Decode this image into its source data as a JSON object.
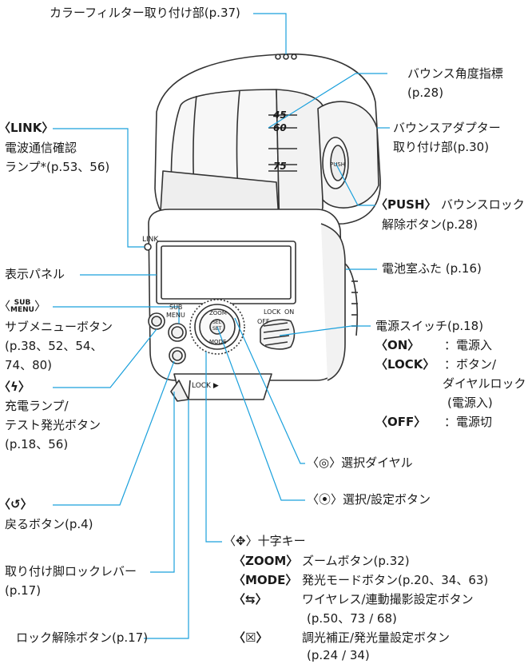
{
  "labels": {
    "color_filter": "カラーフィルター取り付け部(p.37)",
    "bounce_angle_1": "バウンス角度指標",
    "bounce_angle_2": "(p.28)",
    "bounce_adapter_1": "バウンスアダプター",
    "bounce_adapter_2": "取り付け部(p.30)",
    "link_tag": "〈LINK〉",
    "link_1": "電波通信確認",
    "link_2": "ランプ*(p.53、56)",
    "push_tag": "〈PUSH〉",
    "push_1": "バウンスロック",
    "push_2": "解除ボタン(p.28)",
    "display_panel": "表示パネル",
    "battery_cover": "電池室ふた (p.16)",
    "sub_menu_tag_open": "〈",
    "sub_menu_tag_sub": "SUB",
    "sub_menu_tag_menu": "MENU",
    "sub_menu_tag_close": "〉",
    "sub_menu_1": "サブメニューボタン",
    "sub_menu_2": "(p.38、52、54、",
    "sub_menu_3": "74、80)",
    "power_switch": "電源スイッチ(p.18)",
    "on_tag": "〈ON〉",
    "on_desc": "：電源入",
    "lock_tag": "〈LOCK〉",
    "lock_desc_1": "：ボタン/",
    "lock_desc_2": "ダイヤルロック",
    "lock_desc_3": "(電源入)",
    "off_tag": "〈OFF〉",
    "off_desc": "：電源切",
    "charge_tag": "〈ϟ〉",
    "charge_1": "充電ランプ/",
    "charge_2": "テスト発光ボタン",
    "charge_3": "(p.18、56)",
    "dial": "〈◎〉選択ダイヤル",
    "set_button": "〈⦿〉選択/設定ボタン",
    "back_tag": "〈↺〉",
    "back_1": "戻るボタン(p.4)",
    "cross_key": "〈✥〉十字キー",
    "zoom_tag": "〈ZOOM〉",
    "zoom_desc": "ズームボタン(p.32)",
    "mode_tag": "〈MODE〉",
    "mode_desc": "発光モードボタン(p.20、34、63)",
    "wireless_tag": "〈⇆〉",
    "wireless_1": "ワイヤレス/連動撮影設定ボタン",
    "wireless_2": "(p.50、73 / 68)",
    "foot_lever_1": "取り付け脚ロックレバー",
    "foot_lever_2": "(p.17)",
    "fec_tag": "〈☒〉",
    "fec_1": "調光補正/発光量設定ボタン",
    "fec_2": "(p.24 / 34)",
    "lock_release": "ロック解除ボタン(p.17)"
  },
  "device": {
    "angle_45": "45",
    "angle_60": "60",
    "angle_75": "75",
    "link_mark": "LINK",
    "sub": "SUB",
    "menu": "MENU",
    "lock": "LOCK",
    "on": "ON",
    "off": "OFF",
    "zoom": "ZOOM",
    "mode": "MODE",
    "sel": "SEL",
    "set": "SET",
    "lock_foot": "LOCK ▶",
    "push": "PUSH"
  },
  "colors": {
    "leader": "#1aa0dc",
    "outline": "#333333",
    "body_fill": "#ffffff",
    "shade": "#e6e6e6"
  }
}
